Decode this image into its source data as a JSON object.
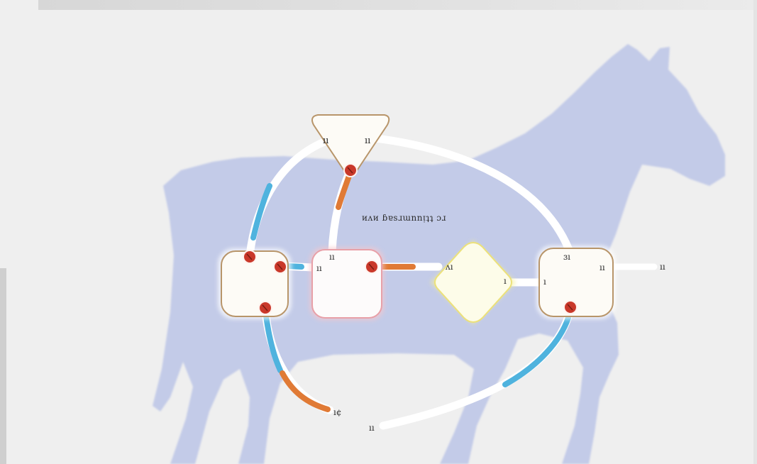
{
  "colors": {
    "background": "#efefef",
    "silhouette": "#c3cbe8",
    "wire": "#ffffff",
    "wire_blue": "#4fb3de",
    "wire_orange": "#e07a35",
    "port": "#c9382a",
    "node_border_brown": "#b8956a",
    "node_border_pink": "#e8a0a8",
    "node_border_yellow": "#ece17a"
  },
  "diagram": {
    "center_label": "ᴎᴧᴎ ɓɐsɹɯnnᴉʇʇ ɔɹ",
    "nodes": {
      "top_triangle": {
        "label_left": "ıı",
        "label_right": "ıı"
      },
      "left_box": {},
      "pink_box": {
        "label_top": "ıı",
        "label_left": "ıı"
      },
      "diamond": {
        "label_left": "ʌı",
        "label_right": "ı"
      },
      "right_box": {
        "label_top": "ɜı",
        "label_right": "ıı",
        "label_left": "ı"
      }
    },
    "edge_labels": {
      "right_output": "ıı",
      "bottom_left_end": "ı¢",
      "bottom_right_end": "ıı"
    }
  }
}
